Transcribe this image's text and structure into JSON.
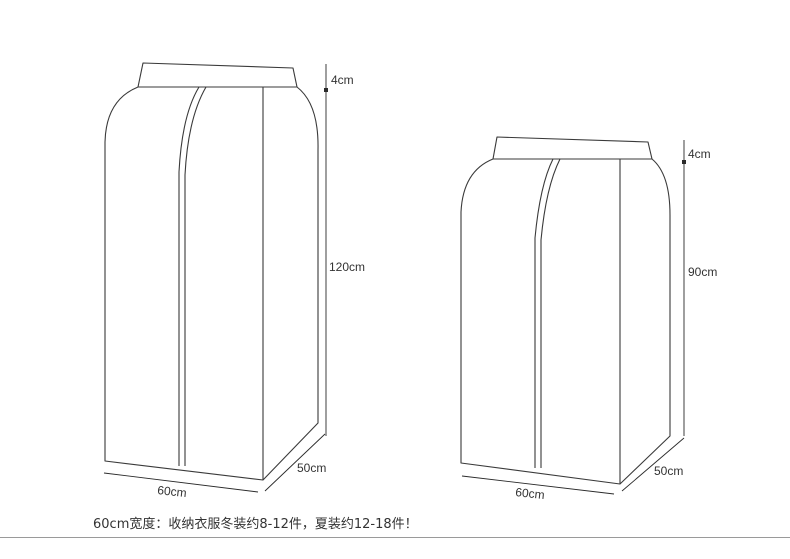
{
  "large_bag": {
    "top_dim": "4cm",
    "height_dim": "120cm",
    "depth_dim": "50cm",
    "width_dim": "60cm"
  },
  "small_bag": {
    "top_dim": "4cm",
    "height_dim": "90cm",
    "depth_dim": "50cm",
    "width_dim": "60cm"
  },
  "caption": "60cm宽度：收纳衣服冬装约8-12件，夏装约12-18件！",
  "colors": {
    "outline": "#3a3a3a",
    "text": "#333333",
    "rule": "#9a9a9a"
  }
}
